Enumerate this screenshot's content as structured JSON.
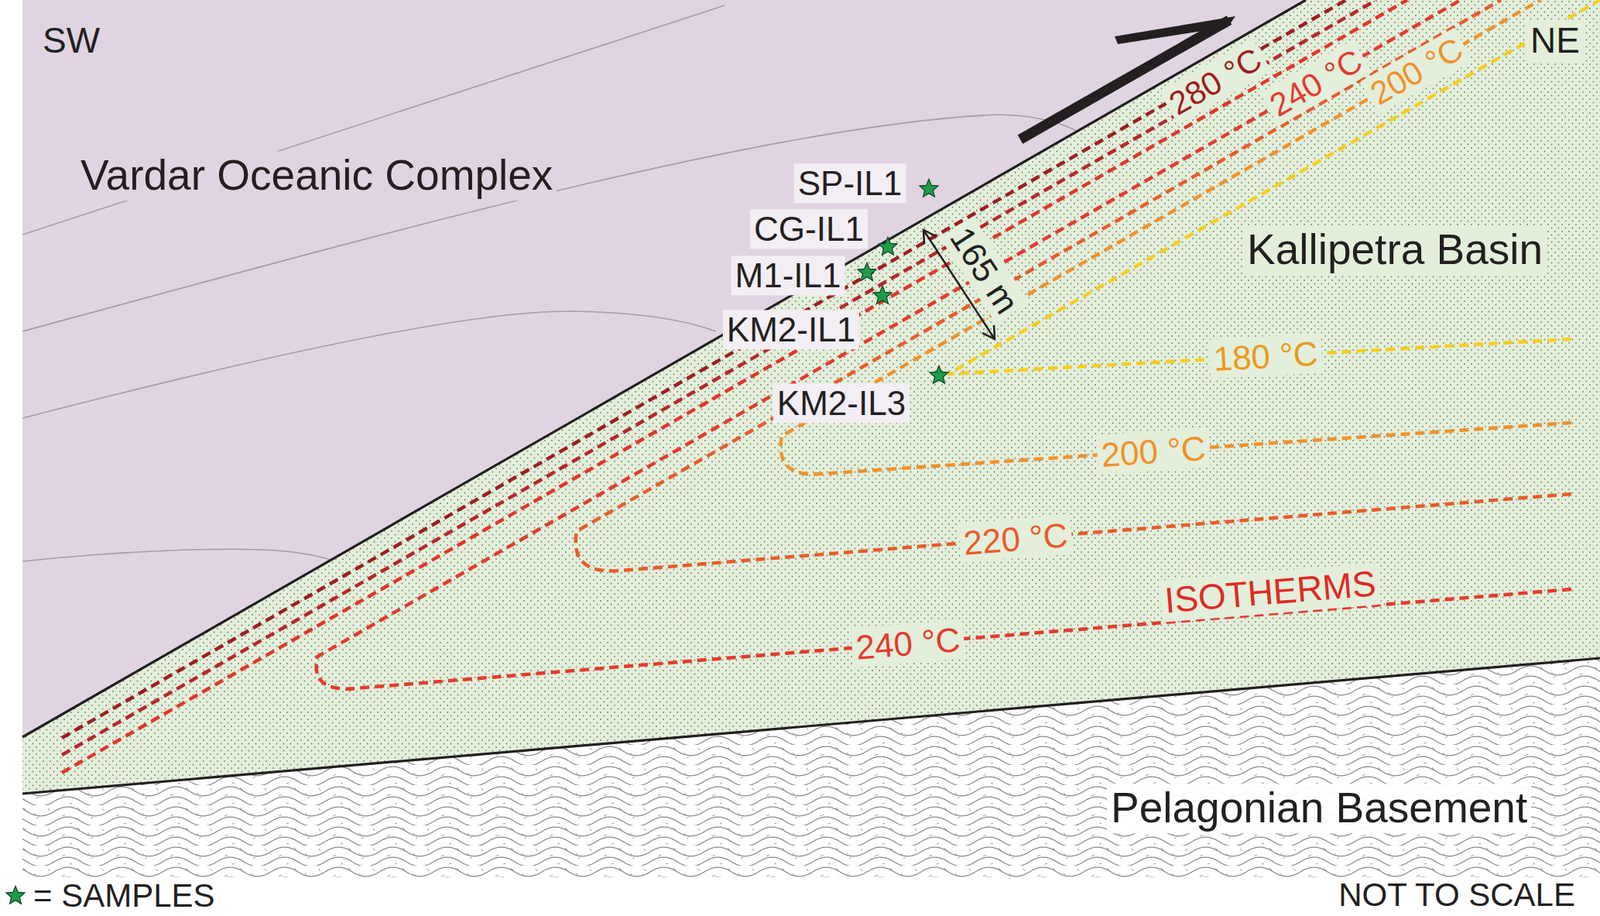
{
  "diagram": {
    "nodes": [
      {
        "text": [
          "Vardar Oceanic Complex"
        ]
      },
      {
        "text": [
          "Kallipetra Basin"
        ]
      },
      {
        "text": [
          "Pelagonian Basement"
        ]
      }
    ],
    "labels": [
      "SW",
      "NE",
      "280 °C",
      "240 °C",
      "200 °C",
      "SP-IL1",
      "CG-IL1",
      "M1-IL1",
      "KM2-IL1",
      "165 m",
      "KM2-IL3",
      "180 °C",
      "200 °C",
      "220 °C",
      "ISOTHERMS",
      "240 °C",
      "NOT TO SCALE"
    ],
    "legend": [
      {
        "text": "= SAMPLES"
      }
    ]
  }
}
